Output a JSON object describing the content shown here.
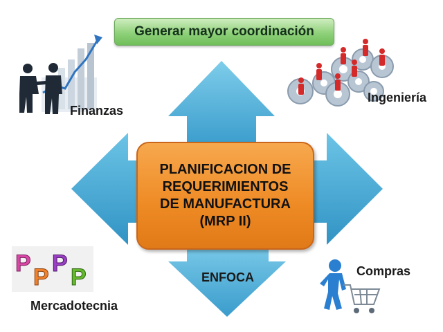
{
  "banner": {
    "text": "Generar mayor coordinación"
  },
  "center": {
    "lines": [
      "PLANIFICACION DE",
      "REQUERIMIENTOS",
      "DE MANUFACTURA",
      "(MRP II)"
    ]
  },
  "bottom_arrow": {
    "text": "ENFOCA"
  },
  "nodes": {
    "finanzas": "Finanzas",
    "ingenieria": "Ingeniería",
    "mercadotecnia": "Mercadotecnia",
    "compras": "Compras"
  },
  "logo_letters": [
    "P",
    "P",
    "P",
    "P"
  ],
  "colors": {
    "arrow": "#4fb0d8",
    "center_box": "#ee8a24",
    "banner": "#8fd17a",
    "p_letters": [
      "#d946a6",
      "#f0812a",
      "#9a3fc4",
      "#66b92e"
    ]
  }
}
